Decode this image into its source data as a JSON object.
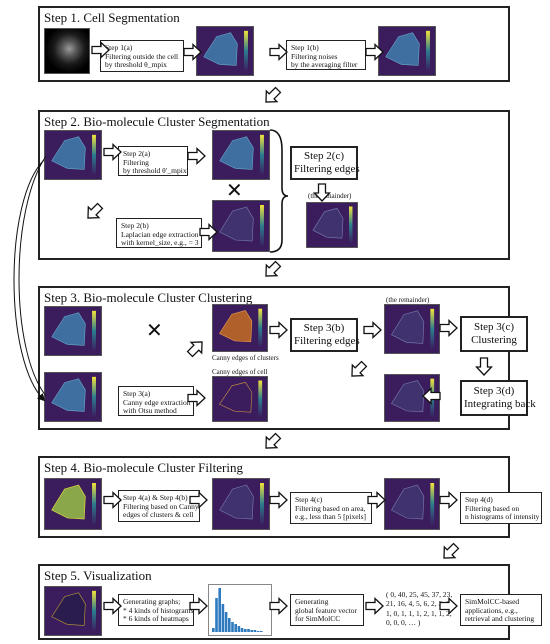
{
  "stage1": {
    "title": "Step 1. Cell Segmentation",
    "step1a": [
      "Step 1(a)",
      "Filtering outside the cell",
      "by threshold θ_mpix"
    ],
    "step1b": [
      "Step 1(b)",
      "Filtering noises",
      "by the averaging filter"
    ]
  },
  "stage2": {
    "title": "Step 2. Bio-molecule Cluster Segmentation",
    "step2a": [
      "Step 2(a)",
      "Filtering",
      "by threshold θ′_mpix"
    ],
    "step2b": [
      "Step 2(b)",
      "Laplacian edge extraction",
      "with kernel_size, e.g., = 3"
    ],
    "step2c": [
      "Step 2(c)",
      "Filtering edges"
    ],
    "remainder": "(the remainder)"
  },
  "stage3": {
    "title": "Step 3. Bio-molecule Cluster Clustering",
    "step3a": [
      "Step 3(a)",
      "Canny edge extraction",
      "with Otsu method"
    ],
    "step3b": [
      "Step 3(b)",
      "Filtering edges"
    ],
    "step3c": [
      "Step 3(c)",
      "Clustering"
    ],
    "step3d": [
      "Step 3(d)",
      "Integrating back"
    ],
    "canny_clusters": "Canny edges of clusters",
    "canny_cell": "Canny edges of cell",
    "remainder": "(the remainder)"
  },
  "stage4": {
    "title": "Step 4. Bio-molecule Cluster Filtering",
    "step4ab": [
      "Step 4(a) & Step 4(b)",
      "Filtering based on Canny",
      "edges of clusters & cell"
    ],
    "step4c": [
      "Step 4(c)",
      "Filtering based on area,",
      "e.g., less than 5 [pixels]"
    ],
    "step4d": [
      "Step 4(d)",
      "Filtering based on",
      "n histograms of intensity"
    ]
  },
  "stage5": {
    "title": "Step 5. Visualization",
    "graphs": [
      "Generating graphs;",
      "* 4 kinds of histograms",
      "* 6 kinds of heatmaps"
    ],
    "feature": [
      "Generating",
      "global feature vector",
      "for SimMolCC"
    ],
    "vector": [
      "( 0, 40, 25, 45, 37, 23,",
      "21, 16, 4, 5, 6, 2, 3, 0,",
      "1, 0, 1, 1, 1, 2, 1, 1, 2,",
      "0, 0, 0, … )"
    ],
    "apps": [
      "SimMolCC-based",
      "applications, e.g.,",
      "retrieval and clustering"
    ]
  },
  "colors": {
    "heatmap_dark": "#3b1d5e",
    "heatmap_mid": "#2c7f8e",
    "heatmap_bright": "#f2e33a",
    "hist_bar": "#2f7bbf"
  }
}
